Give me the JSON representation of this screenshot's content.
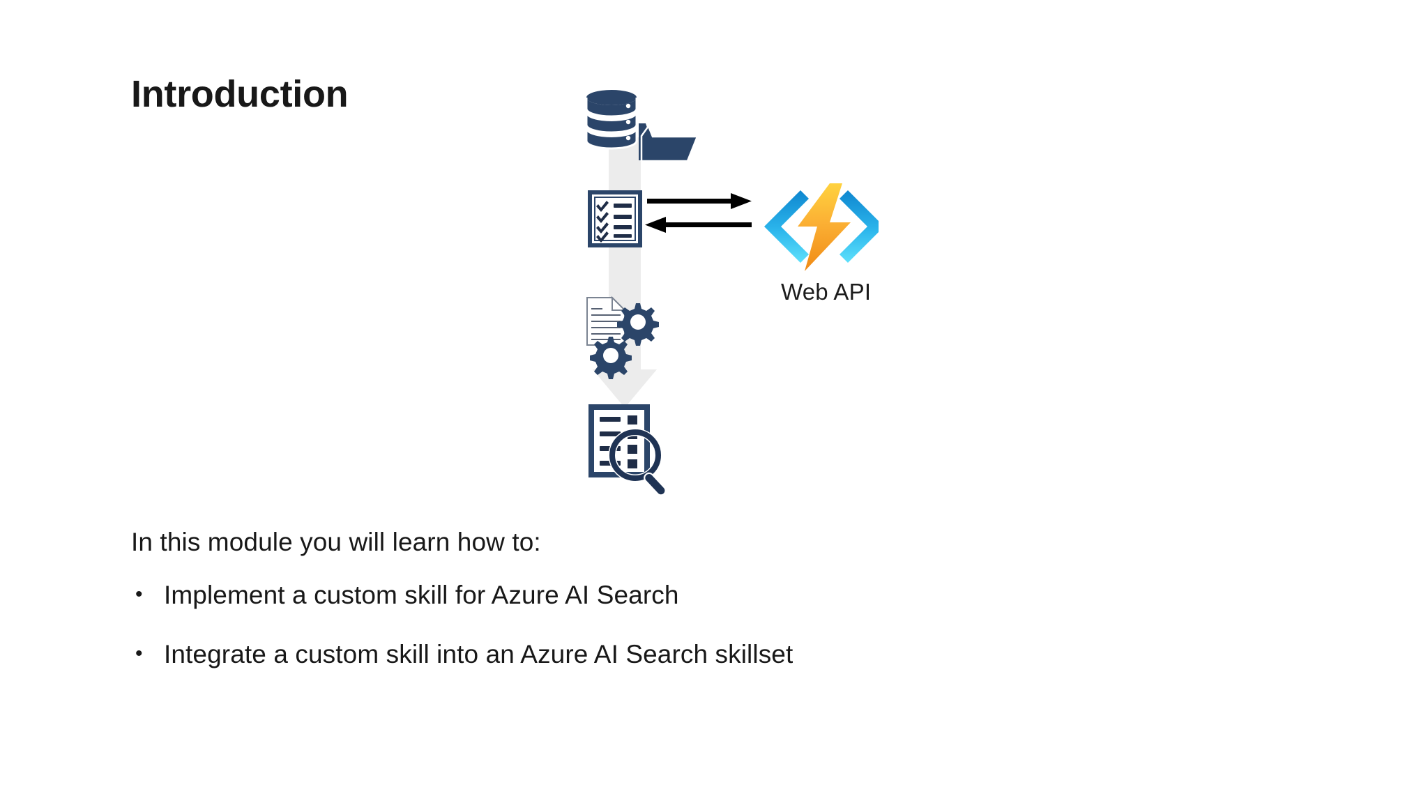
{
  "slide": {
    "title": "Introduction",
    "background_color": "#ffffff",
    "text_color": "#181818"
  },
  "diagram": {
    "name": "azure-ai-search-custom-skill-pipeline",
    "accent_navy": "#274472",
    "connector_gray": "#ececec",
    "arrow_black": "#000000",
    "nodes": [
      {
        "id": "data-source",
        "icon": "database-folder-icon",
        "label": ""
      },
      {
        "id": "skillset",
        "icon": "checklist-icon",
        "label": ""
      },
      {
        "id": "web-api",
        "icon": "azure-function-icon",
        "label": "Web API"
      },
      {
        "id": "enrichment",
        "icon": "document-gears-icon",
        "label": ""
      },
      {
        "id": "search-index",
        "icon": "document-magnifier-icon",
        "label": ""
      }
    ],
    "connectors": [
      {
        "id": "source-to-skillset",
        "style": "gray-bar",
        "direction": "down"
      },
      {
        "id": "skillset-to-webapi",
        "style": "black-arrow",
        "direction": "right"
      },
      {
        "id": "webapi-to-skillset",
        "style": "black-arrow",
        "direction": "left"
      },
      {
        "id": "skillset-to-index",
        "style": "gray-arrow",
        "direction": "down"
      }
    ],
    "webapi_logo": {
      "bracket_top_color": "#1b8fd4",
      "bracket_bottom_color": "#50d9f5",
      "bolt_top_color": "#ffc832",
      "bolt_bottom_color": "#f2901b"
    }
  },
  "content": {
    "lead": "In this module you will learn how to:",
    "bullet_marker": "•",
    "bullets": [
      "Implement a custom skill for Azure AI Search",
      "Integrate a custom skill into an Azure AI Search skillset"
    ]
  }
}
